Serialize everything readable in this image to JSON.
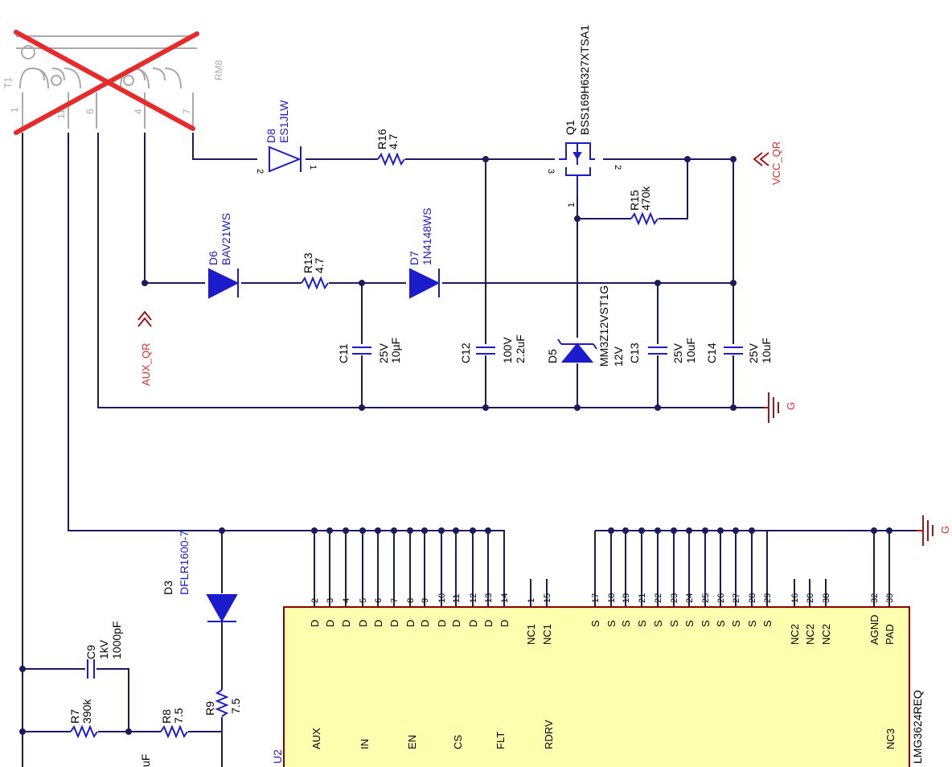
{
  "transformer": {
    "ref": "T1",
    "core": "RM8",
    "pins": [
      "1",
      "11",
      "6",
      "4",
      "7"
    ]
  },
  "diodes": {
    "d8": {
      "ref": "D8",
      "part": "ES1JLW",
      "pin_a": "2",
      "pin_k": "1"
    },
    "d6": {
      "ref": "D6",
      "part": "BAV21WS"
    },
    "d7": {
      "ref": "D7",
      "part": "1N4148WS"
    },
    "d5": {
      "ref": "D5",
      "part": "MM3Z12VST1G",
      "value": "12V"
    },
    "d3": {
      "ref": "D3",
      "part": "DFLR1600-7"
    }
  },
  "resistors": {
    "r16": {
      "ref": "R16",
      "value": "4.7"
    },
    "r15": {
      "ref": "R15",
      "value": "470k"
    },
    "r13": {
      "ref": "R13",
      "value": "4.7"
    },
    "r7": {
      "ref": "R7",
      "value": "390k"
    },
    "r8": {
      "ref": "R8",
      "value": "7.5"
    },
    "r9": {
      "ref": "R9",
      "value": "7.5"
    }
  },
  "capacitors": {
    "c11": {
      "ref": "C11",
      "voltage": "25V",
      "value": "10µF"
    },
    "c12": {
      "ref": "C12",
      "voltage": "100V",
      "value": "2.2uF"
    },
    "c13": {
      "ref": "C13",
      "voltage": "25V",
      "value": "10uF"
    },
    "c14": {
      "ref": "C14",
      "voltage": "25V",
      "value": "10uF"
    },
    "c9": {
      "ref": "C9",
      "voltage": "1kV",
      "value": "1000pF"
    }
  },
  "transistor": {
    "ref": "Q1",
    "part": "BSS169H6327XTSA1",
    "pin_d": "3",
    "pin_s": "2",
    "pin_g": "1"
  },
  "nets": {
    "vcc": "VCC_QR",
    "aux": "AUX_QR",
    "gnd1": "G",
    "gnd2": "G"
  },
  "ic": {
    "ref": "U2",
    "part": "LMG3624REQ",
    "top_pins": [
      "2",
      "3",
      "4",
      "5",
      "6",
      "7",
      "8",
      "9",
      "10",
      "11",
      "12",
      "13",
      "14",
      "1",
      "15",
      "17",
      "18",
      "19",
      "21",
      "22",
      "23",
      "24",
      "25",
      "26",
      "27",
      "28",
      "29",
      "16",
      "20",
      "38",
      "32",
      "39"
    ],
    "top_names": [
      "D",
      "D",
      "D",
      "D",
      "D",
      "D",
      "D",
      "D",
      "D",
      "D",
      "D",
      "D",
      "D",
      "NC1",
      "NC1",
      "S",
      "S",
      "S",
      "S",
      "S",
      "S",
      "S",
      "S",
      "S",
      "S",
      "S",
      "S",
      "NC2",
      "NC2",
      "NC2",
      "AGND",
      "PAD"
    ],
    "bottom_names": [
      "AUX",
      "IN",
      "EN",
      "CS",
      "FLT",
      "RDRV",
      "NC3"
    ]
  },
  "partial_label": "uF"
}
